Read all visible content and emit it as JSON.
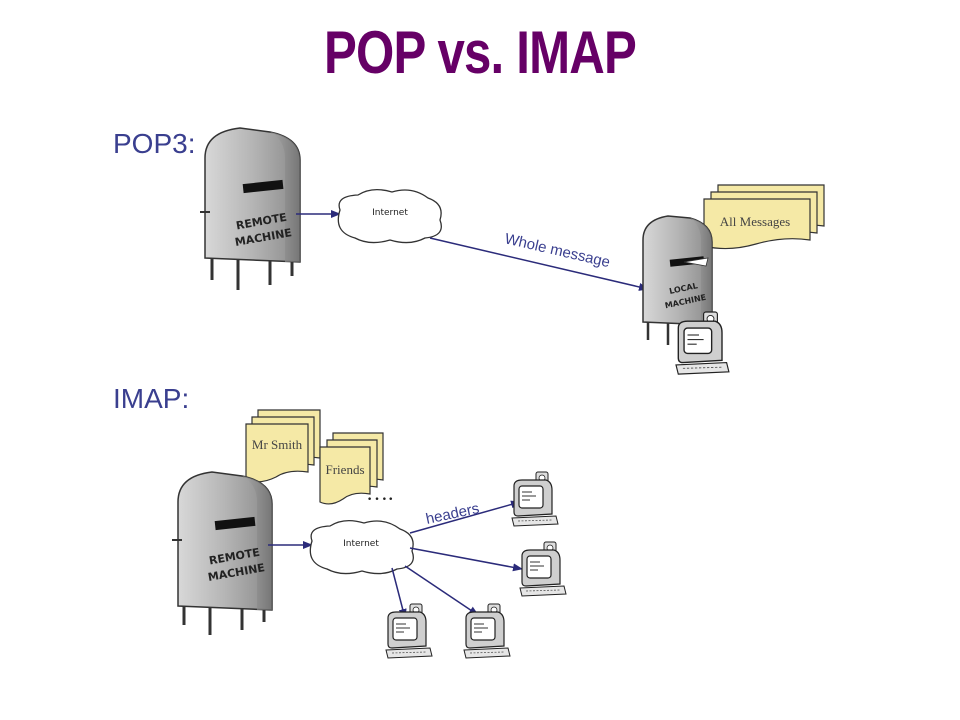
{
  "title": "POP vs. IMAP",
  "pop3": {
    "section_label": "POP3:",
    "remote_label_line1": "REMOTE",
    "remote_label_line2": "MACHINE",
    "cloud_label": "Internet",
    "arrow_label": "Whole message",
    "local_label_line1": "LOCAL",
    "local_label_line2": "MACHINE",
    "stack_label": "All Messages"
  },
  "imap": {
    "section_label": "IMAP:",
    "remote_label_line1": "REMOTE",
    "remote_label_line2": "MACHINE",
    "cloud_label": "Internet",
    "arrow_label": "headers",
    "folder1_label": "Mr Smith",
    "folder2_label": "Friends",
    "ellipsis": "…."
  },
  "colors": {
    "title": "#660066",
    "text": "#3a3f8f",
    "arrow": "#2b2b7a",
    "paper": "#f5e9a6"
  }
}
